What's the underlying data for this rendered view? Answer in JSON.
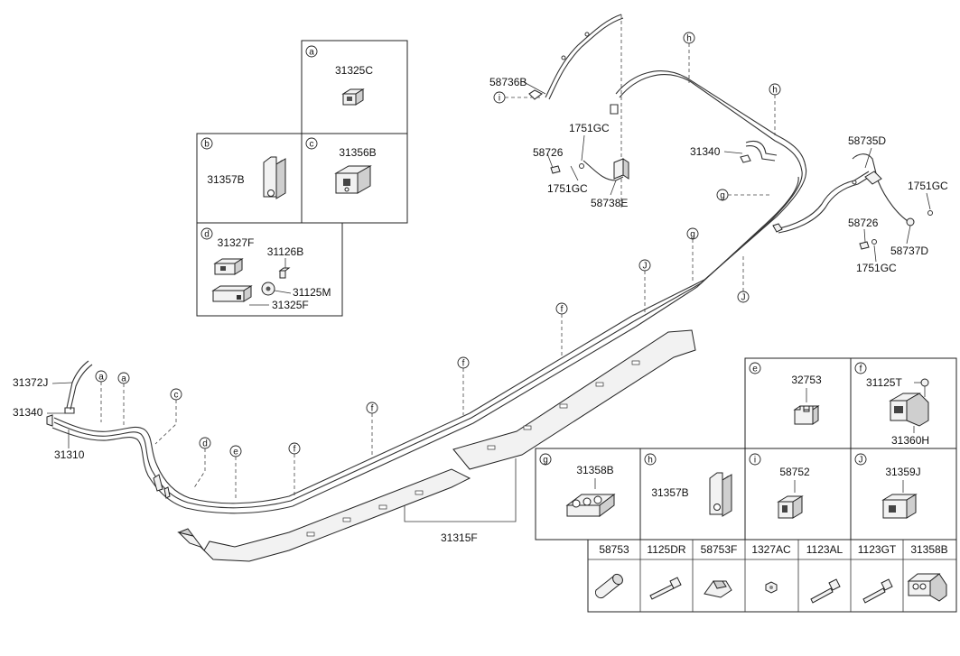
{
  "boxes": {
    "a": {
      "letter": "a",
      "part": "31325C"
    },
    "b": {
      "letter": "b",
      "part": "31357B"
    },
    "c": {
      "letter": "c",
      "part": "31356B"
    },
    "d": {
      "letter": "d",
      "parts": [
        "31327F",
        "31126B",
        "31125M",
        "31325F"
      ]
    },
    "e": {
      "letter": "e",
      "part": "32753"
    },
    "f": {
      "letter": "f",
      "parts": [
        "31125T",
        "31360H"
      ]
    },
    "g": {
      "letter": "g",
      "part": "31358B"
    },
    "h": {
      "letter": "h",
      "part": "31357B"
    },
    "i": {
      "letter": "i",
      "part": "58752"
    },
    "j": {
      "letter": "J",
      "part": "31359J"
    }
  },
  "hardware": [
    "58753",
    "1125DR",
    "58753F",
    "1327AC",
    "1123AL",
    "1123GT",
    "31358B"
  ],
  "callouts": {
    "p31372J": "31372J",
    "p31340_left": "31340",
    "p31310": "31310",
    "p31315F": "31315F",
    "p58736B": "58736B",
    "p1751GC_top": "1751GC",
    "p58726_mid": "58726",
    "p1751GC_mid": "1751GC",
    "p58738E": "58738E",
    "p31340_right": "31340",
    "p58735D": "58735D",
    "p1751GC_right": "1751GC",
    "p58726_right": "58726",
    "p58737D": "58737D",
    "p1751GC_bottom": "1751GC"
  },
  "markers": {
    "a1": "a",
    "a2": "a",
    "c": "c",
    "d": "d",
    "e": "e",
    "f1": "f",
    "f2": "f",
    "f3": "f",
    "f4": "f",
    "j1": "J",
    "j2": "J",
    "g1": "g",
    "g2": "g",
    "h1": "h",
    "h2": "h",
    "i": "i"
  }
}
